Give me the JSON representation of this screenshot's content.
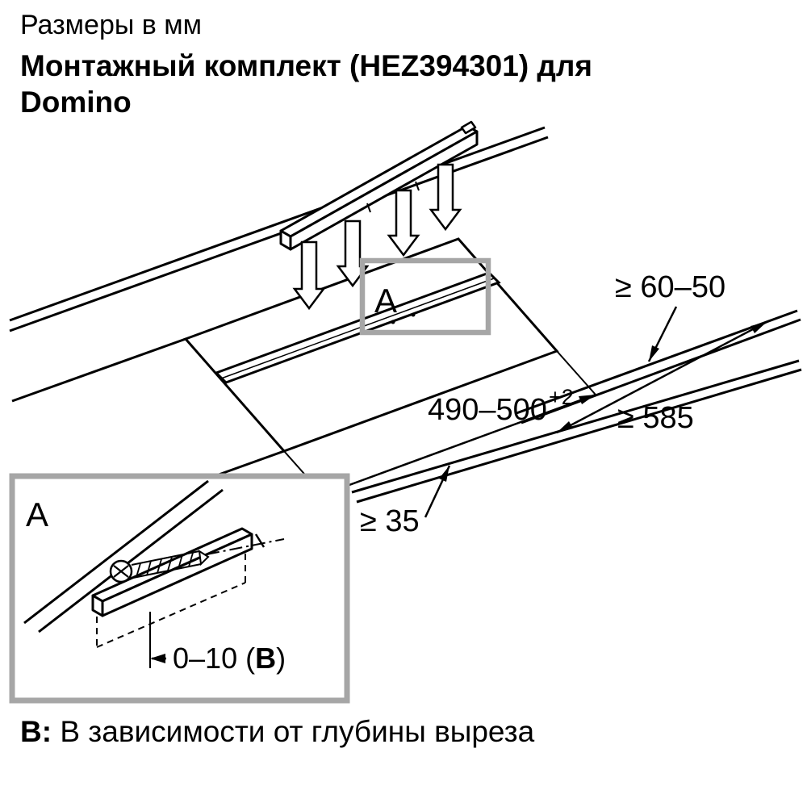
{
  "header": {
    "subtitle": "Размеры в мм",
    "title_line1": "Монтажный комплект (HEZ394301) для",
    "title_line2": "Domino"
  },
  "diagram": {
    "callout_label": "A",
    "dims": {
      "rear_clearance": "≥ 60–50",
      "cutout_depth": "490–500",
      "cutout_depth_tolerance": "+2",
      "worktop_depth": "≥ 585",
      "front_clearance": "≥ 35"
    }
  },
  "detail": {
    "label": "A",
    "dim_prefix": "0–10 (",
    "dim_bold": "B",
    "dim_suffix": ")"
  },
  "footnote": {
    "prefix": "B:",
    "text": "В зависимости от глубины выреза"
  },
  "colors": {
    "line": "#000000",
    "callout_box": "#a6a6a6",
    "background": "#ffffff"
  }
}
